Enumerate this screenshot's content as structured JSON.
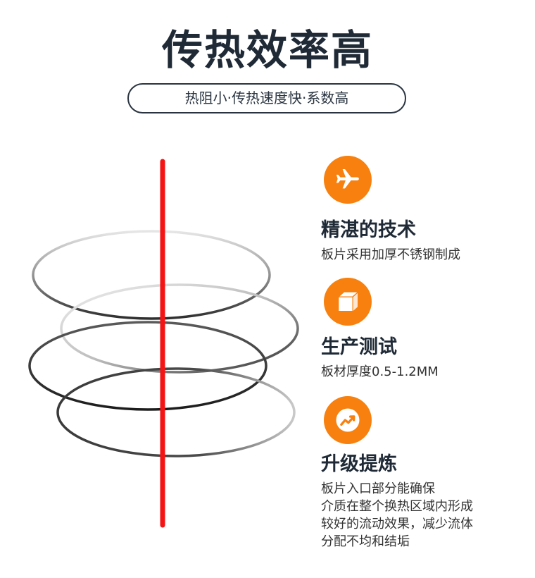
{
  "header": {
    "title": "传热效率高",
    "subtitle": "热阻小·传热速度快·系数高"
  },
  "colors": {
    "accent": "#f7800f",
    "axis_line": "#f41414",
    "text_dark": "#1f2a36"
  },
  "features": [
    {
      "icon": "airplane-icon",
      "title": "精湛的技术",
      "desc": [
        "板片采用加厚不锈钢制成"
      ]
    },
    {
      "icon": "cube-icon",
      "title": "生产测试",
      "desc": [
        "板材厚度0.5-1.2MM"
      ]
    },
    {
      "icon": "trend-chart-icon",
      "title": "升级提炼",
      "desc": [
        "板片入口部分能确保",
        "介质在整个换热区域内形成",
        "较好的流动效果，减少流体",
        "分配不均和结垢"
      ]
    }
  ]
}
